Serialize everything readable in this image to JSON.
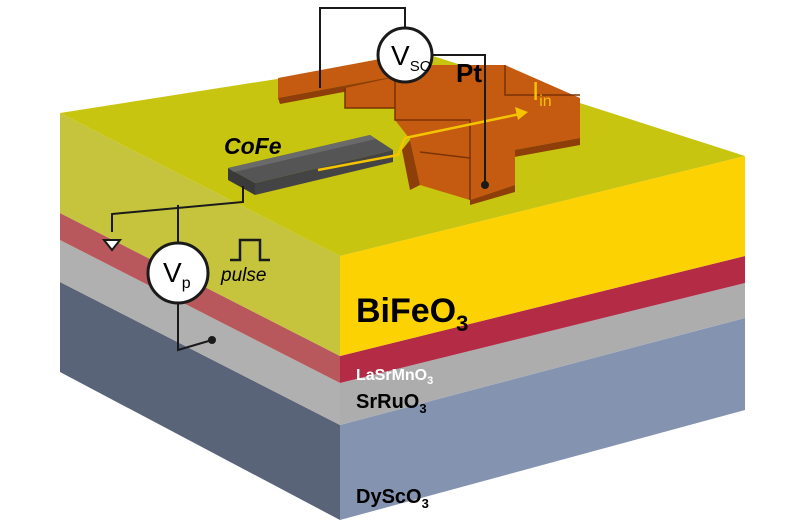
{
  "labels": {
    "bifeo3": {
      "main": "BiFeO",
      "sub": "3"
    },
    "lasrmno3": {
      "main": "LaSrMnO",
      "sub": "3"
    },
    "srruo3": {
      "main": "SrRuO",
      "sub": "3"
    },
    "dysco3": {
      "main": "DyScO",
      "sub": "3"
    },
    "cofe": "CoFe",
    "pt": "Pt",
    "current": {
      "main": "I",
      "sub": "in"
    },
    "vso": {
      "main": "V",
      "sub": "SO"
    },
    "vp": {
      "main": "V",
      "sub": "p"
    },
    "pulse": "pulse"
  },
  "colors": {
    "bifeo3_top": "#c7c50f",
    "bifeo3_right": "#fcd202",
    "bifeo3_left": "#c5c43c",
    "lasrmno3_right": "#b32b44",
    "lasrmno3_left": "#b9585c",
    "srruo3_right": "#adadad",
    "srruo3_left": "#b0b0b0",
    "dysco3_right": "#8493b0",
    "dysco3_left": "#5a6478",
    "pt": "#c55a11",
    "pt_dark": "#8e3e08",
    "cofe": "#555555",
    "current_arrow": "#f5c400",
    "wire": "#1a1a1a"
  }
}
